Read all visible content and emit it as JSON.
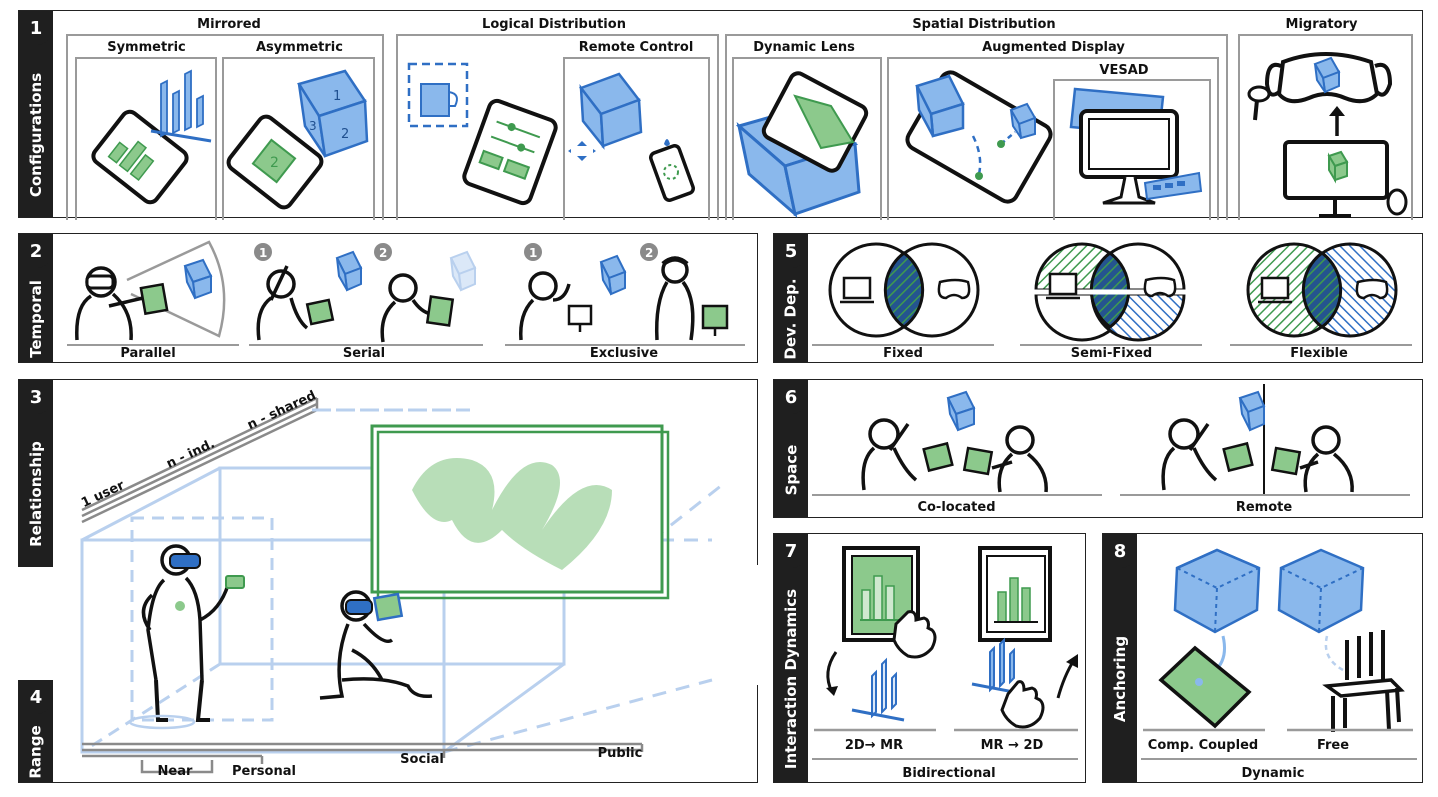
{
  "colors": {
    "green": "#8cc98c",
    "green_dark": "#3f9a4f",
    "blue": "#8ab8ec",
    "blue_dark": "#2f6fc4",
    "light_blue": "#c2d6ef",
    "dark": "#1f1f1f",
    "gray": "#9a9a9a"
  },
  "panel1": {
    "num": "1",
    "title": "Configurations",
    "mirrored": "Mirrored",
    "symmetric": "Symmetric",
    "asymmetric": "Asymmetric",
    "logical": "Logical Distribution",
    "remote_control": "Remote Control",
    "spatial": "Spatial Distribution",
    "dynamic_lens": "Dynamic Lens",
    "augmented_display": "Augmented Display",
    "vesad": "VESAD",
    "migratory": "Migratory",
    "cube_digits": [
      "1",
      "2",
      "3"
    ],
    "tablet_digit": "2"
  },
  "panel2": {
    "num": "2",
    "title": "Temporal",
    "parallel": "Parallel",
    "serial": "Serial",
    "exclusive": "Exclusive",
    "step1": "1",
    "step2": "2"
  },
  "panel3": {
    "num": "3",
    "title": "Relationship",
    "one_user": "1 user",
    "n_ind": "n - ind.",
    "n_shared": "n - shared"
  },
  "panel4": {
    "num": "4",
    "title": "Range",
    "near": "Near",
    "personal": "Personal",
    "social": "Social",
    "public": "Public"
  },
  "panel5": {
    "num": "5",
    "title": "Dev. Dep.",
    "fixed": "Fixed",
    "semi_fixed": "Semi-Fixed",
    "flexible": "Flexible"
  },
  "panel6": {
    "num": "6",
    "title": "Space",
    "colocated": "Co-located",
    "remote": "Remote"
  },
  "panel7": {
    "num": "7",
    "title": "Interaction Dynamics",
    "to_mr": "2D→ MR",
    "to_2d": "MR → 2D",
    "bidirectional": "Bidirectional"
  },
  "panel8": {
    "num": "8",
    "title": "Anchoring",
    "comp_coupled": "Comp. Coupled",
    "free": "Free",
    "dynamic": "Dynamic"
  }
}
